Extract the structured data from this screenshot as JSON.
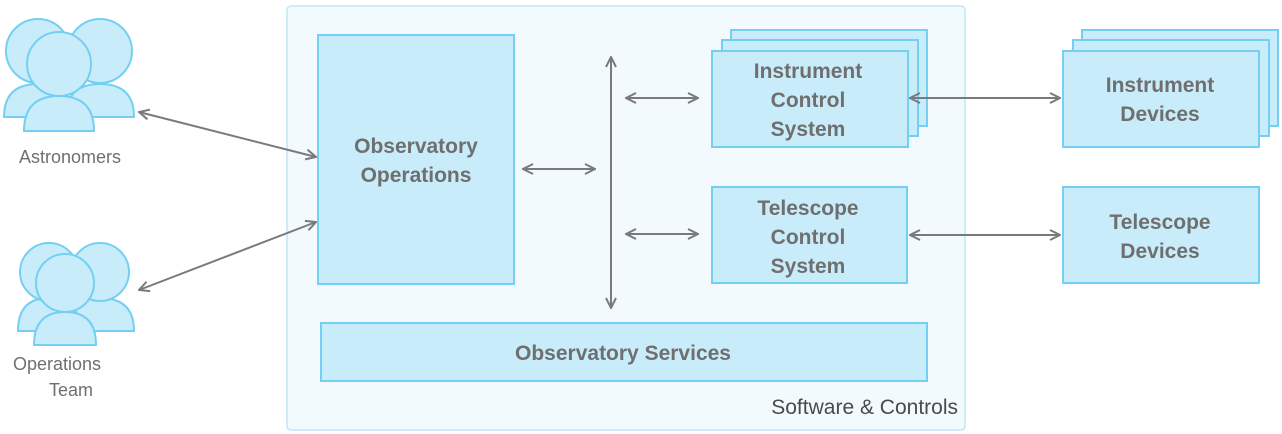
{
  "actors": {
    "astronomers": {
      "label": "Astronomers"
    },
    "operations_team": {
      "label_line1": "Operations",
      "label_line2": "Team"
    }
  },
  "container": {
    "label": "Software & Controls"
  },
  "boxes": {
    "observatory_operations": {
      "line1": "Observatory",
      "line2": "Operations"
    },
    "instrument_control_system": {
      "line1": "Instrument",
      "line2": "Control",
      "line3": "System"
    },
    "telescope_control_system": {
      "line1": "Telescope",
      "line2": "Control",
      "line3": "System"
    },
    "observatory_services": {
      "line1": "Observatory Services"
    },
    "instrument_devices": {
      "line1": "Instrument",
      "line2": "Devices"
    },
    "telescope_devices": {
      "line1": "Telescope",
      "line2": "Devices"
    }
  },
  "colors": {
    "box_fill": "#c9ecfa",
    "box_stroke": "#73d0f2",
    "container_fill": "#f2fafd",
    "container_stroke": "#bfe7f6",
    "arrow": "#7a7a7a",
    "text": "#6f6f6f"
  }
}
